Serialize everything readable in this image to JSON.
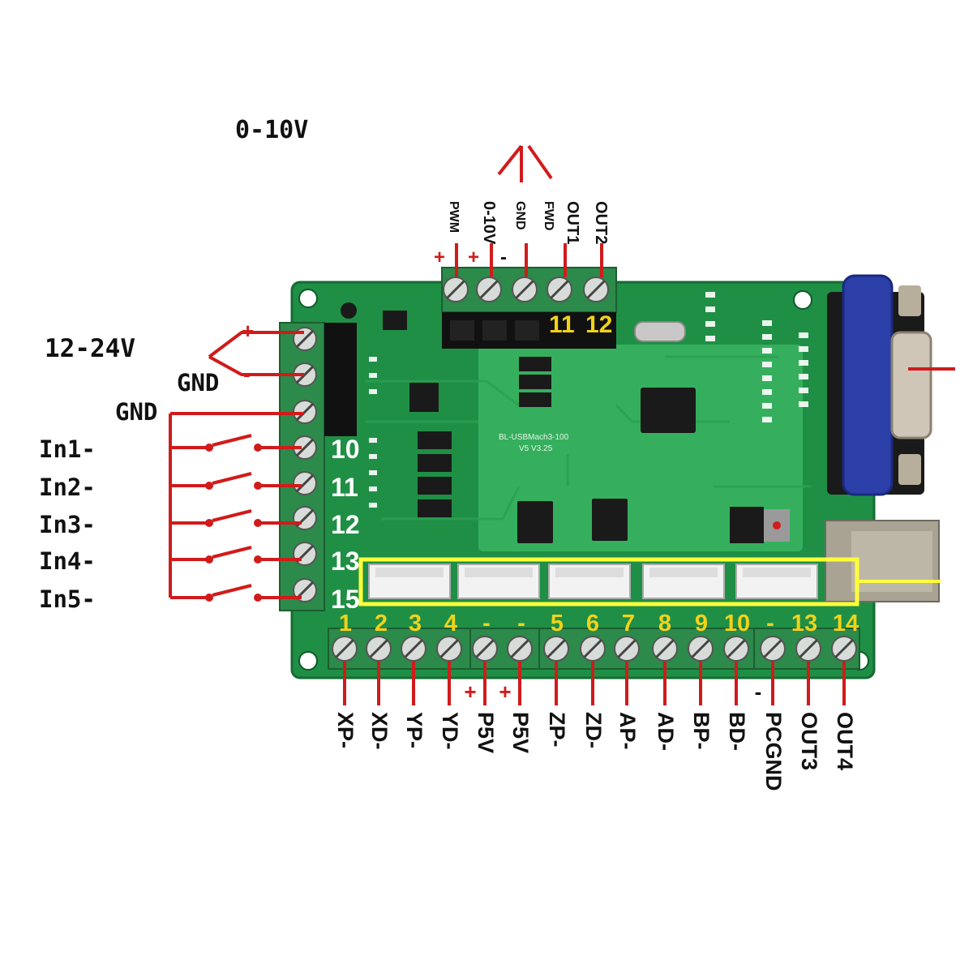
{
  "colors": {
    "pcb": "#1f8f45",
    "pcb_light": "#37b25f",
    "terminal": "#2c8a4a",
    "wire": "#d11b1b",
    "pin_number": "#f2d21a",
    "highlight": "#ffff3a",
    "vga_connector": "#2c3fa8",
    "chip": "#1a1a1a",
    "label_text": "#111111"
  },
  "labels": {
    "voltage_top": "0-10V",
    "power_in": "12-24V",
    "gnd_power": "GND",
    "gnd_inputs": "GND",
    "plus": "+",
    "minus": "-",
    "pcb_silk_1": "BL-USBMach3-100",
    "pcb_silk_2": "V5 V3.25"
  },
  "top_terminals": [
    {
      "label": "PWM",
      "sign": "+"
    },
    {
      "label": "0-10V",
      "sign": "+"
    },
    {
      "label": "GND",
      "sign": "-"
    },
    {
      "label": "FWD",
      "sign": ""
    },
    {
      "label": "OUT1",
      "sign": ""
    },
    {
      "label": "OUT2",
      "sign": ""
    }
  ],
  "top_pin_numbers": [
    "11",
    "12"
  ],
  "inputs": [
    {
      "label": "In1-",
      "pin": "10"
    },
    {
      "label": "In2-",
      "pin": "11"
    },
    {
      "label": "In3-",
      "pin": "12"
    },
    {
      "label": "In4-",
      "pin": "13"
    },
    {
      "label": "In5-",
      "pin": "15"
    }
  ],
  "bottom_pin_numbers": [
    "1",
    "2",
    "3",
    "4",
    "-",
    "-",
    "5",
    "6",
    "7",
    "8",
    "9",
    "10",
    "-",
    "13",
    "14"
  ],
  "bottom_terminals": [
    {
      "label": "XP-",
      "sign": ""
    },
    {
      "label": "XD-",
      "sign": ""
    },
    {
      "label": "YP-",
      "sign": ""
    },
    {
      "label": "YD-",
      "sign": ""
    },
    {
      "label": "P5V",
      "sign": "+"
    },
    {
      "label": "P5V",
      "sign": "+"
    },
    {
      "label": "ZP-",
      "sign": ""
    },
    {
      "label": "ZD-",
      "sign": ""
    },
    {
      "label": "AP-",
      "sign": ""
    },
    {
      "label": "AD-",
      "sign": ""
    },
    {
      "label": "BP-",
      "sign": ""
    },
    {
      "label": "BD-",
      "sign": ""
    },
    {
      "label": "PCGND",
      "sign": "-"
    },
    {
      "label": "OUT3",
      "sign": ""
    },
    {
      "label": "OUT4",
      "sign": ""
    }
  ]
}
